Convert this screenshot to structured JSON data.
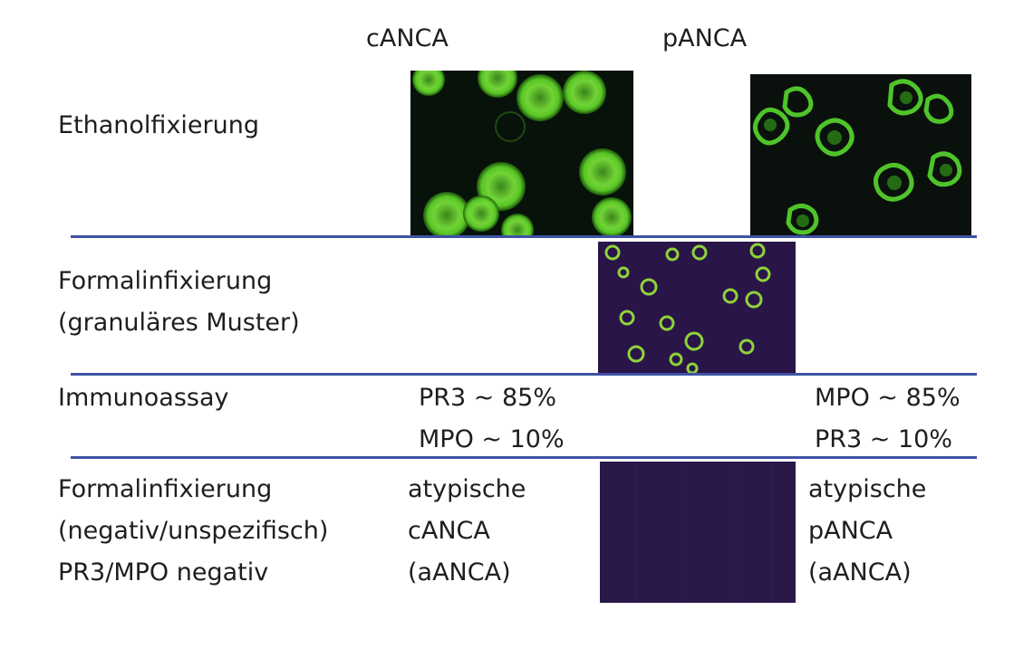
{
  "columns": {
    "canca": "cANCA",
    "panca": "pANCA"
  },
  "rows": {
    "ethanol": {
      "label": "Ethanolfixierung"
    },
    "formalin_granular": {
      "label_line1": "Formalinfixierung",
      "label_line2": "(granuläres Muster)"
    },
    "immunoassay": {
      "label": "Immunoassay",
      "canca_line1": "PR3 ~ 85%",
      "canca_line2": "MPO ~ 10%",
      "panca_line1": "MPO ~ 85%",
      "panca_line2": "PR3 ~ 10%"
    },
    "formalin_negative": {
      "label_line1": "Formalinfixierung",
      "label_line2": "(negativ/unspezifisch)",
      "label_line3": "PR3/MPO negativ",
      "canca_line1": "atypische",
      "canca_line2": "cANCA",
      "canca_line3": "(aANCA)",
      "panca_line1": "atypische",
      "panca_line2": "pANCA",
      "panca_line3": "(aANCA)"
    }
  },
  "colors": {
    "rule": "#3f52a6",
    "fluorescence_green": "#5fdc2a",
    "dark_background": "#07120a",
    "formalin_background": "#2a1548",
    "negative_background": "#2a1848"
  },
  "images": {
    "canca_ethanol": "cytoplasmic-fluorescence-micrograph",
    "panca_ethanol": "perinuclear-fluorescence-micrograph",
    "formalin_granular": "granular-fluorescence-micrograph",
    "formalin_negative": "negative-fluorescence-micrograph"
  }
}
